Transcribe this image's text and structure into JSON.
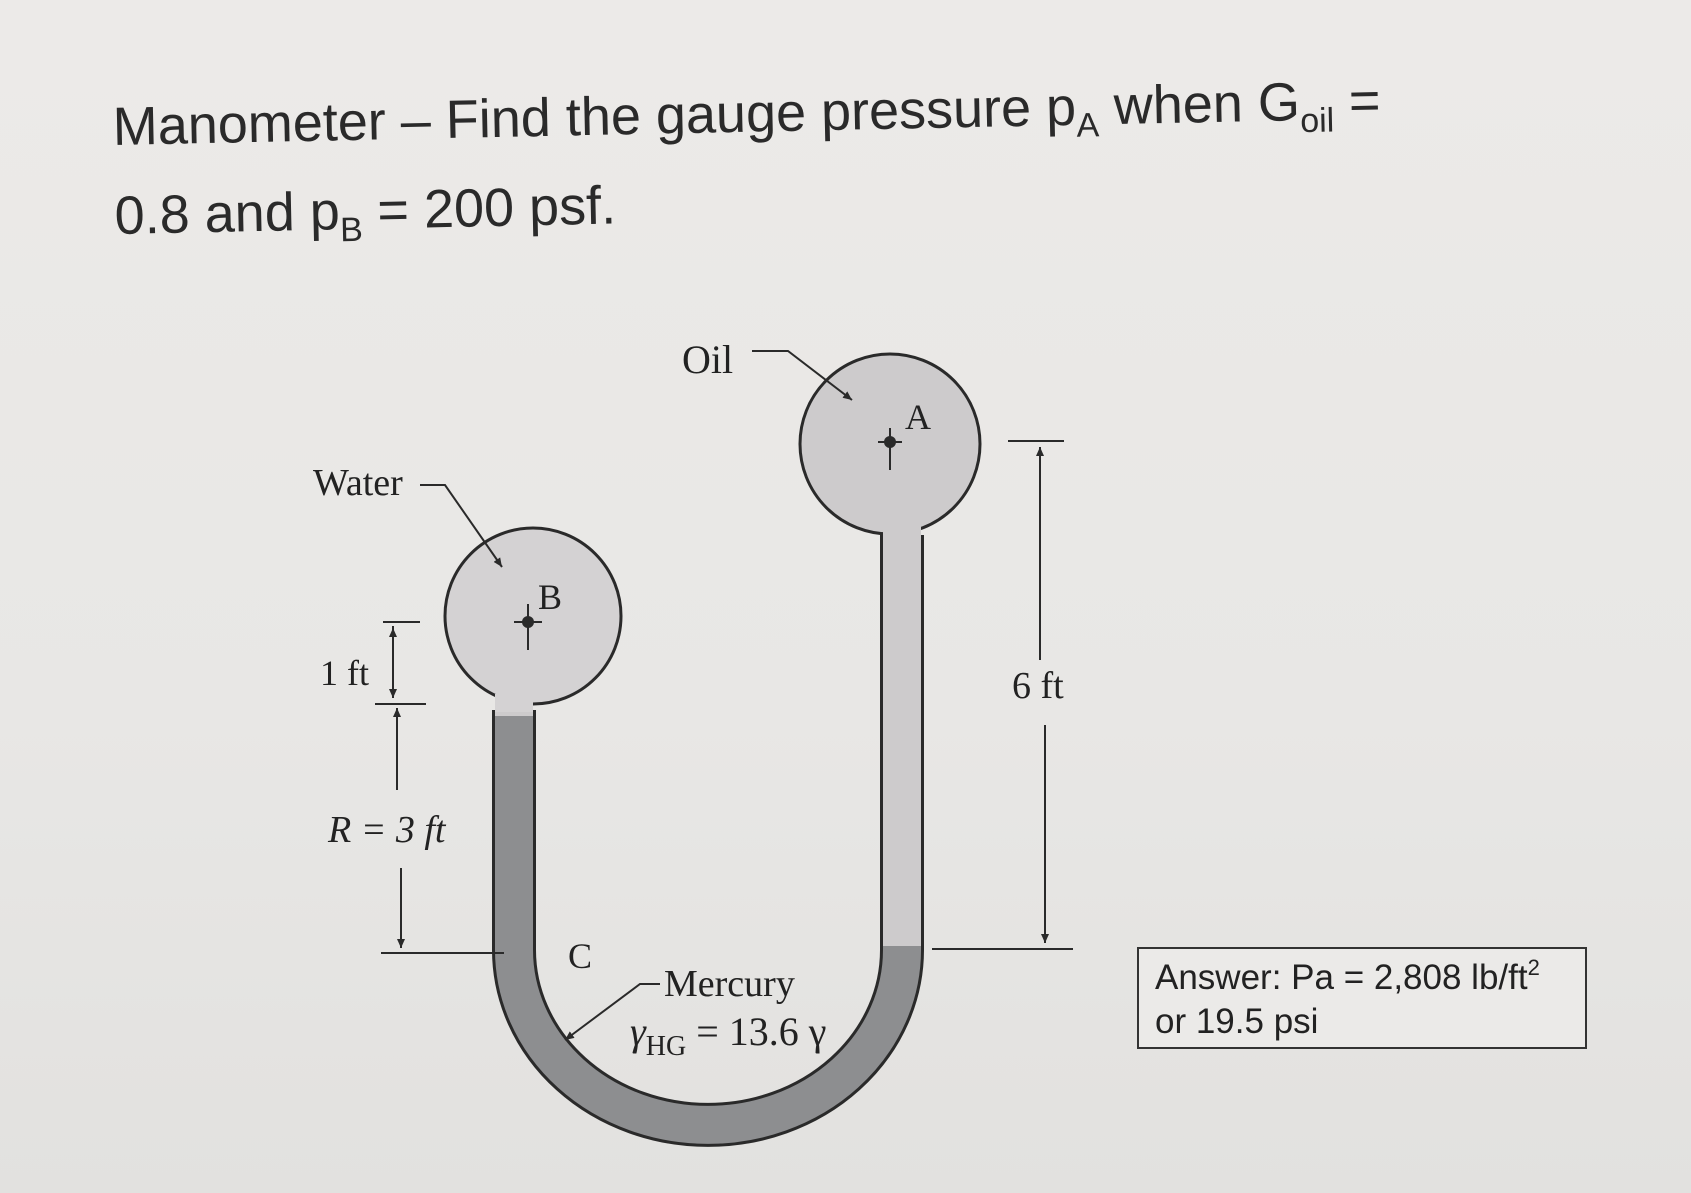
{
  "title": {
    "line1_prefix": "Manometer – Find the gauge pressure p",
    "line1_sub_a": "A",
    "line1_mid": " when G",
    "line1_sub_oil": "oil",
    "line1_suffix": " =",
    "line2_prefix": "0.8 and p",
    "line2_sub_b": "B",
    "line2_suffix": " = 200 psf."
  },
  "labels": {
    "oil": "Oil",
    "water": "Water",
    "point_a": "A",
    "point_b": "B",
    "point_c": "C",
    "one_ft": "1 ft",
    "r_value": "R = 3 ft",
    "six_ft": "6 ft",
    "mercury": "Mercury",
    "gamma_hg_symbol": "γ",
    "gamma_hg_sub": "HG",
    "gamma_hg_value": " = 13.6 γ"
  },
  "answer": {
    "line1_prefix": "Answer: Pa = 2,808 lb/ft",
    "line1_sup": "2",
    "line2": "or 19.5 psi"
  },
  "colors": {
    "fluid_fill": "#cdcbcc",
    "mercury_fill": "#8d8e90",
    "stroke": "#2a2a2a"
  }
}
